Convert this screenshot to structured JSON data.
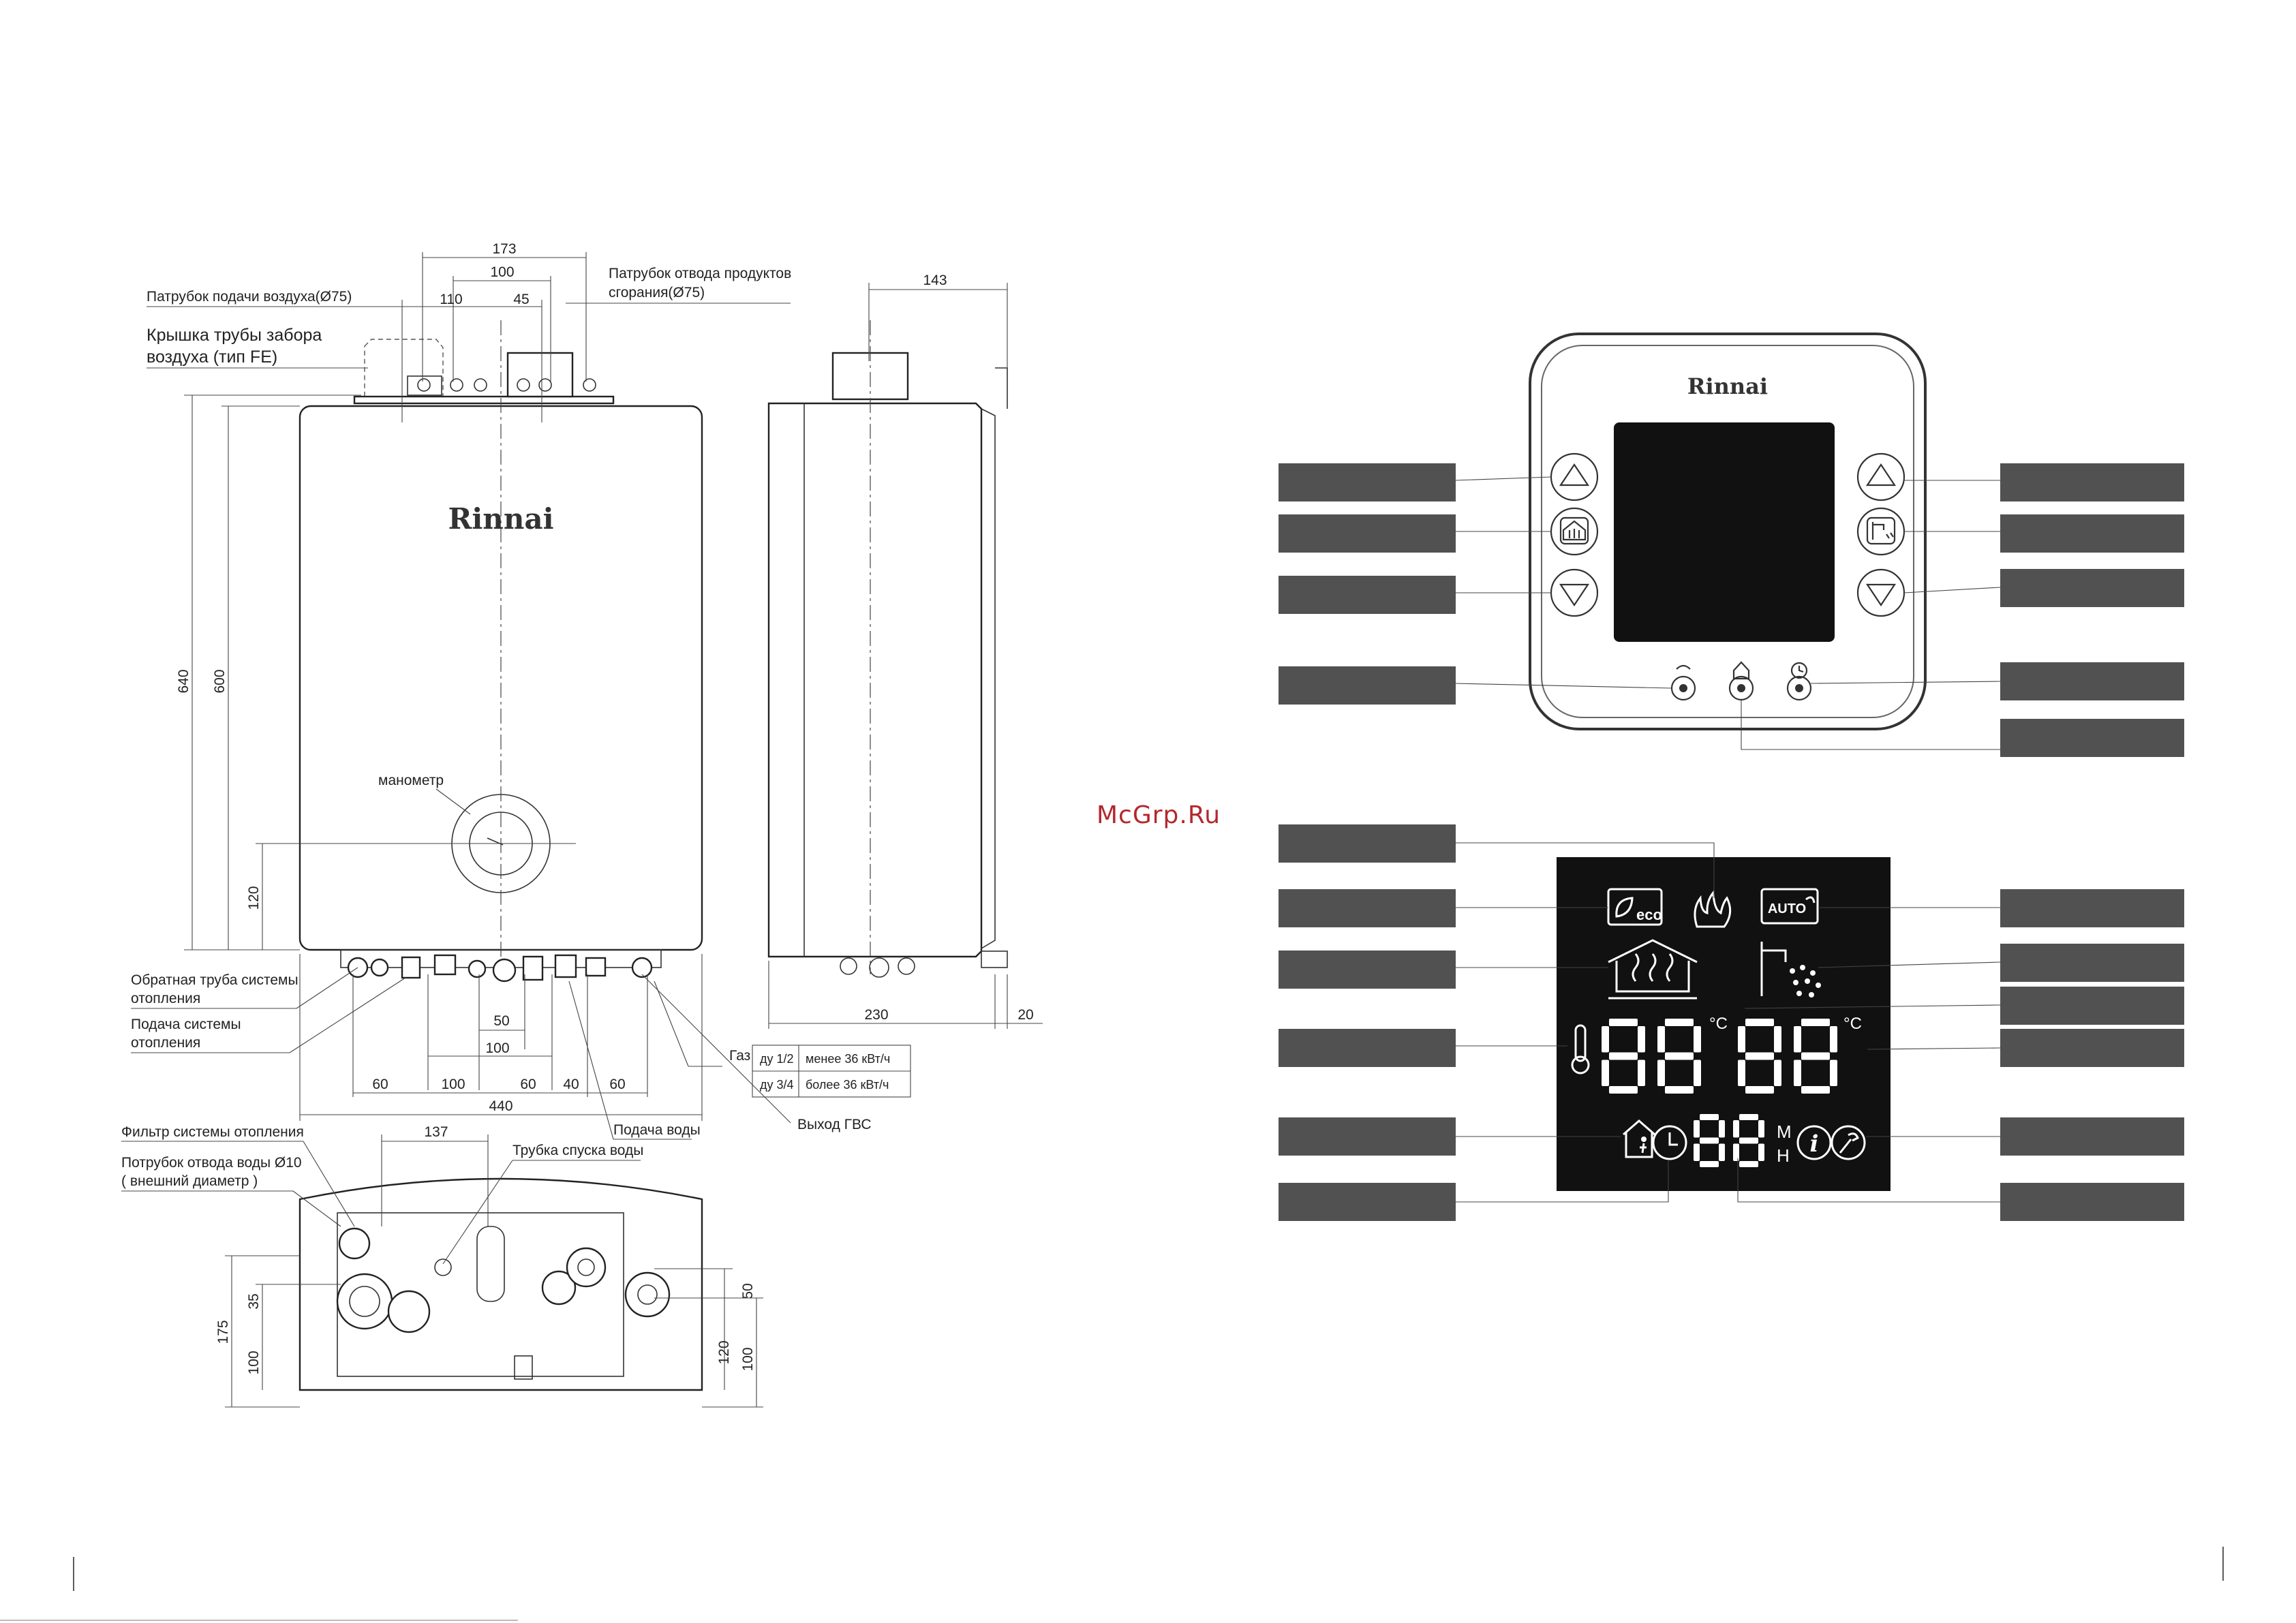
{
  "brand": {
    "logo": "Rinnai"
  },
  "watermark": "McGrp.Ru",
  "front_view": {
    "dims": {
      "d173": "173",
      "d100_top": "100",
      "d110": "110",
      "d45": "45",
      "d640": "640",
      "d600": "600",
      "d120": "120",
      "d50": "50",
      "d100_mid": "100",
      "d60_a": "60",
      "d100_b": "100",
      "d60_b": "60",
      "d40": "40",
      "d60_c": "60",
      "d440": "440"
    },
    "labels": {
      "air_inlet": "Патрубок подачи воздуха(Ø75)",
      "air_cap_1": "Крышка трубы забора",
      "air_cap_2": "воздуха (тип FE)",
      "flue_1": "Патрубок отвода  продуктов",
      "flue_2": "сгорания(Ø75)",
      "manometer": "манометр",
      "return_1": "Обратная труба системы",
      "return_2": "отопления",
      "supply_1": "Подача системы",
      "supply_2": "отопления",
      "gas": "Газ",
      "water_supply": "Подача воды",
      "dhw_out": "Выход ГВС"
    },
    "gas_table": [
      {
        "size": "ду 1/2",
        "power": "менее 36 кВт/ч"
      },
      {
        "size": "ду 3/4",
        "power": "более 36 кВт/ч"
      }
    ]
  },
  "side_view": {
    "dims": {
      "d143": "143",
      "d230": "230",
      "d20": "20"
    }
  },
  "bottom_view": {
    "dims": {
      "d137": "137",
      "d35": "35",
      "d175": "175",
      "d100_l": "100",
      "d50": "50",
      "d120": "120",
      "d100_r": "100"
    },
    "labels": {
      "filter": "Фильтр системы отопления",
      "drain_1": "Потрубок отвода воды Ø10",
      "drain_2": "( внешний диаметр )",
      "drain_pipe": "Трубка спуска воды"
    }
  },
  "panel_display": {
    "digits_left": "88",
    "digits_right": "88",
    "digits_timer": "88",
    "unit_c": "°C",
    "unit_m": "M",
    "unit_h": "H",
    "eco_badge": "eco",
    "auto_badge": "AUTO",
    "info_badge": "i"
  }
}
